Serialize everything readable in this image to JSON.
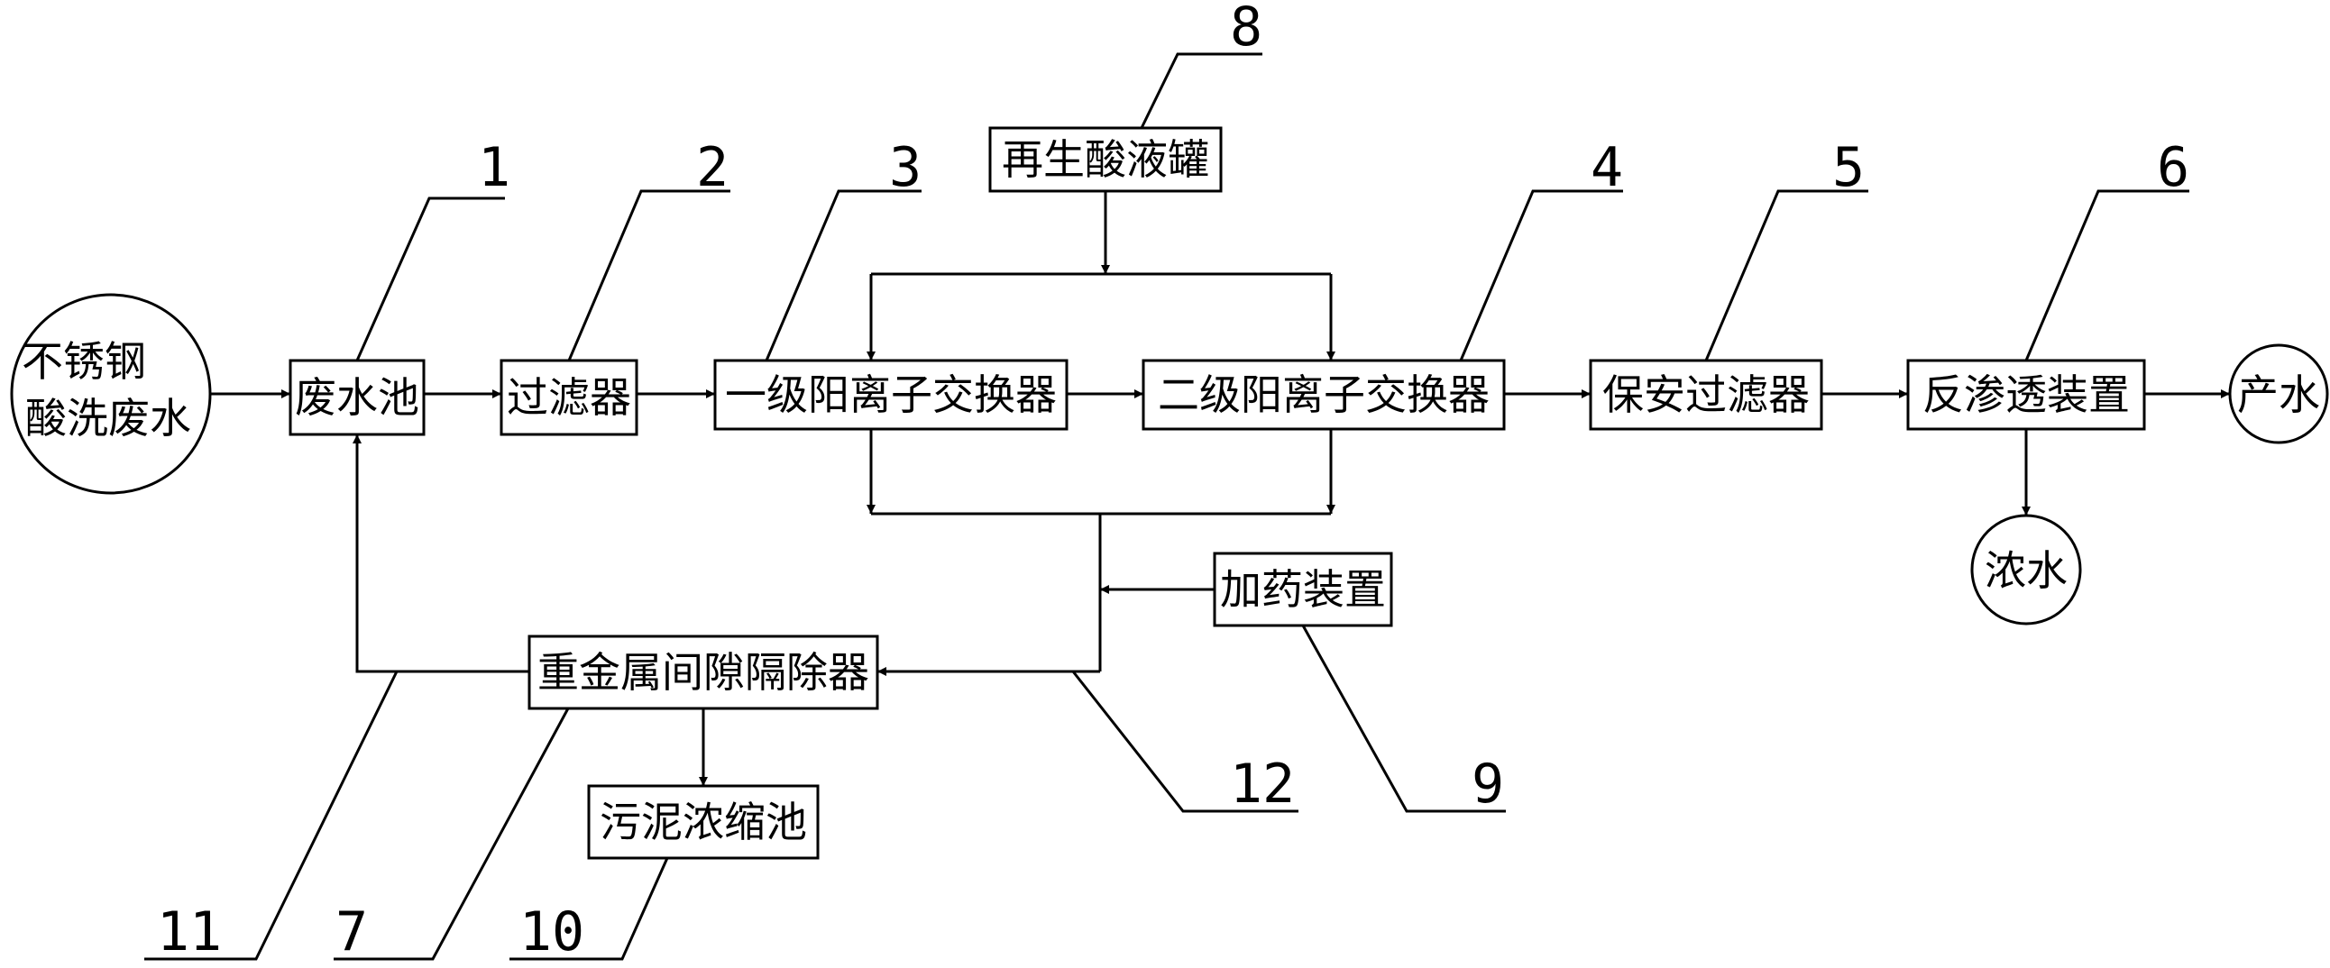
{
  "nodes": {
    "source_line1": "不锈钢",
    "source_line2": "酸洗废水",
    "waste_pool": "废水池",
    "filter": "过滤器",
    "cation_1": "一级阳离子交换器",
    "cation_2": "二级阳离子交换器",
    "security_filter": "保安过滤器",
    "reverse_osmosis": "反渗透装置",
    "product_water": "产水",
    "concentrate": "浓水",
    "acid_tank": "再生酸液罐",
    "dosing": "加药装置",
    "separator": "重金属间隙隔除器",
    "sludge_tank": "污泥浓缩池"
  },
  "callouts": {
    "n1": "1",
    "n2": "2",
    "n3": "3",
    "n4": "4",
    "n5": "5",
    "n6": "6",
    "n7": "7",
    "n8": "8",
    "n9": "9",
    "n10": "10",
    "n11": "11",
    "n12": "12"
  }
}
